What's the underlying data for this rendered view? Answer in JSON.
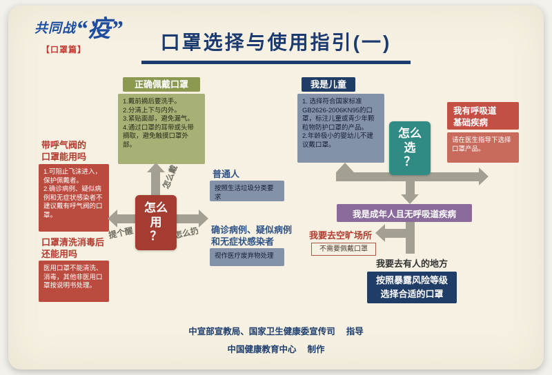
{
  "colors": {
    "background": "#f6f1e2",
    "title_navy": "#1a3a70",
    "green_header": "#8b9a50",
    "green_body": "#a7b075",
    "blue_body": "#8392a9",
    "navy_header": "#203d68",
    "red_box": "#bc4b3f",
    "red_header": "#c25045",
    "red_body_light": "#c96b5c",
    "decision_red": "#a53c31",
    "decision_teal": "#2f8b83",
    "purple": "#8a6b9c",
    "arrow_gray": "#a3a093"
  },
  "logo": {
    "main": "共同战",
    "highlight": "“疫”",
    "badge": "【口罩篇】"
  },
  "title": "口罩选择与使用指引(一)",
  "flow": {
    "how_to_use": "怎么\n用\n？",
    "how_to_choose": "怎么\n选\n？",
    "arrow_labels": {
      "how_to_wear": "怎么戴",
      "reminder": "提个醒",
      "how_to_discard": "怎么扔"
    },
    "wear_correctly": {
      "header": "正确佩戴口罩",
      "body": "1.戴前摘后要洗手。\n2.分清上下与内外。\n3.紧贴面部，避免漏气。\n4.通过口罩的耳带或头带摘取，避免触摸口罩外部。"
    },
    "valve_mask": {
      "title": "带呼气阀的\n口罩能用吗",
      "body": "1.可阻止飞沫进入，保护佩戴者。\n2.确诊病例、疑似病例和无症状感染者不建议戴有呼气阀的口罩。"
    },
    "washed_mask": {
      "title": "口罩清洗消毒后\n还能用吗",
      "body": "医用口罩不能清洗、消毒，其他非医用口罩按说明书处理。"
    },
    "ordinary_people": {
      "title": "普通人",
      "body": "按照生活垃圾分类要求"
    },
    "confirmed_cases": {
      "title": "确诊病例、疑似病例\n和无症状感染者",
      "body": "视作医疗废弃物处理"
    },
    "child": {
      "header": "我是儿童",
      "body": "1. 选择符合国家标准GB2626-2006KN95的口罩，标注儿童或青少年颗粒物防护口罩的产品。\n2.年龄极小的婴幼儿不建议戴口罩。"
    },
    "respiratory_disease": {
      "header": "我有呼吸道\n基础疾病",
      "body": "请在医生指导下选择口罩产品。"
    },
    "adult": {
      "label": "我是成年人且无呼吸道疾病"
    },
    "open_area": {
      "title": "我要去空旷场所",
      "body": "不需要佩戴口罩"
    },
    "crowded_area": {
      "title": "我要去有人的地方",
      "body": "按照暴露风险等级\n选择合适的口罩"
    }
  },
  "footer": {
    "line1": "中宣部宣教局、国家卫生健康委宣传司　 指导",
    "line2": "中国健康教育中心　 制作"
  }
}
